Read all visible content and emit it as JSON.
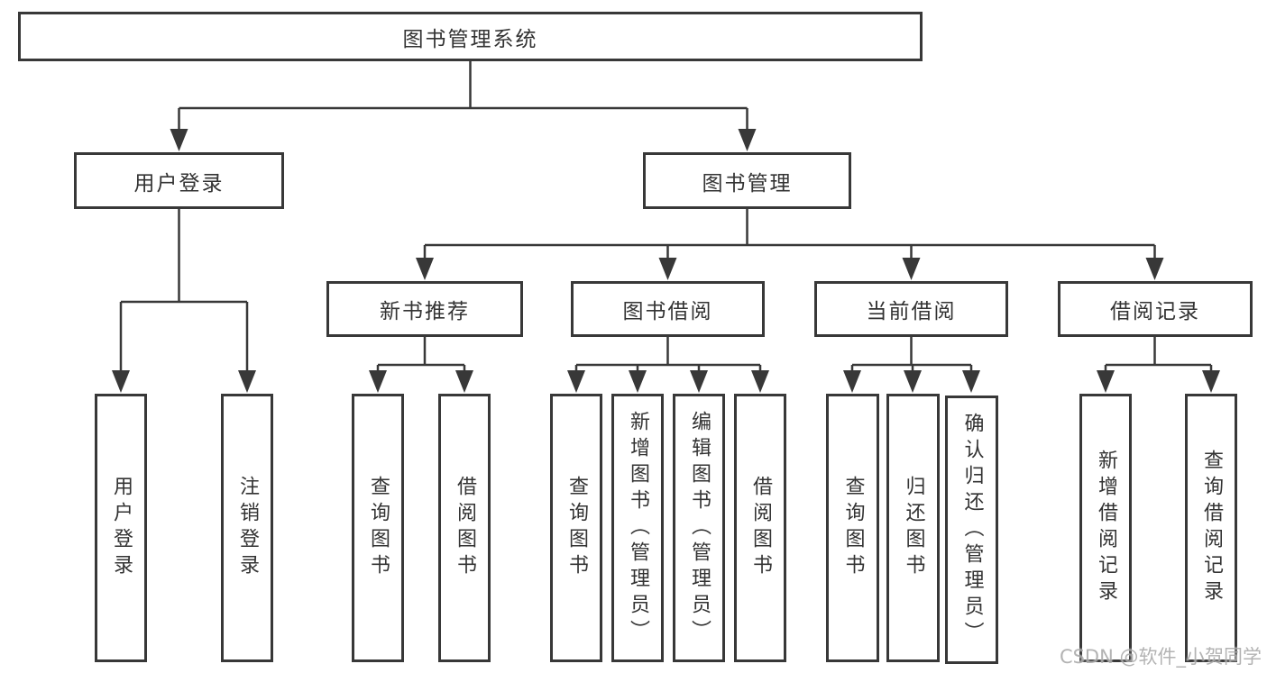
{
  "tree": {
    "root": {
      "label": "图书管理系统"
    },
    "branches": [
      {
        "label": "用户登录",
        "leaves": [
          {
            "label": "用户登录"
          },
          {
            "label": "注销登录"
          }
        ]
      },
      {
        "label": "图书管理",
        "groups": [
          {
            "label": "新书推荐",
            "leaves": [
              {
                "label": "查询图书"
              },
              {
                "label": "借阅图书"
              }
            ]
          },
          {
            "label": "图书借阅",
            "leaves": [
              {
                "label": "查询图书"
              },
              {
                "label": "新增图书（管理员）"
              },
              {
                "label": "编辑图书（管理员）"
              },
              {
                "label": "借阅图书"
              }
            ]
          },
          {
            "label": "当前借阅",
            "leaves": [
              {
                "label": "查询图书"
              },
              {
                "label": "归还图书"
              },
              {
                "label": "确认归还（管理员）"
              }
            ]
          },
          {
            "label": "借阅记录",
            "leaves": [
              {
                "label": "新增借阅记录"
              },
              {
                "label": "查询借阅记录"
              }
            ]
          }
        ]
      }
    ]
  },
  "watermark": {
    "text": "CSDN @软件_小贺同学"
  },
  "colors": {
    "line": "#383838",
    "box_border": "#383838",
    "text": "#333333",
    "watermark": "#ababab",
    "background": "#ffffff"
  }
}
